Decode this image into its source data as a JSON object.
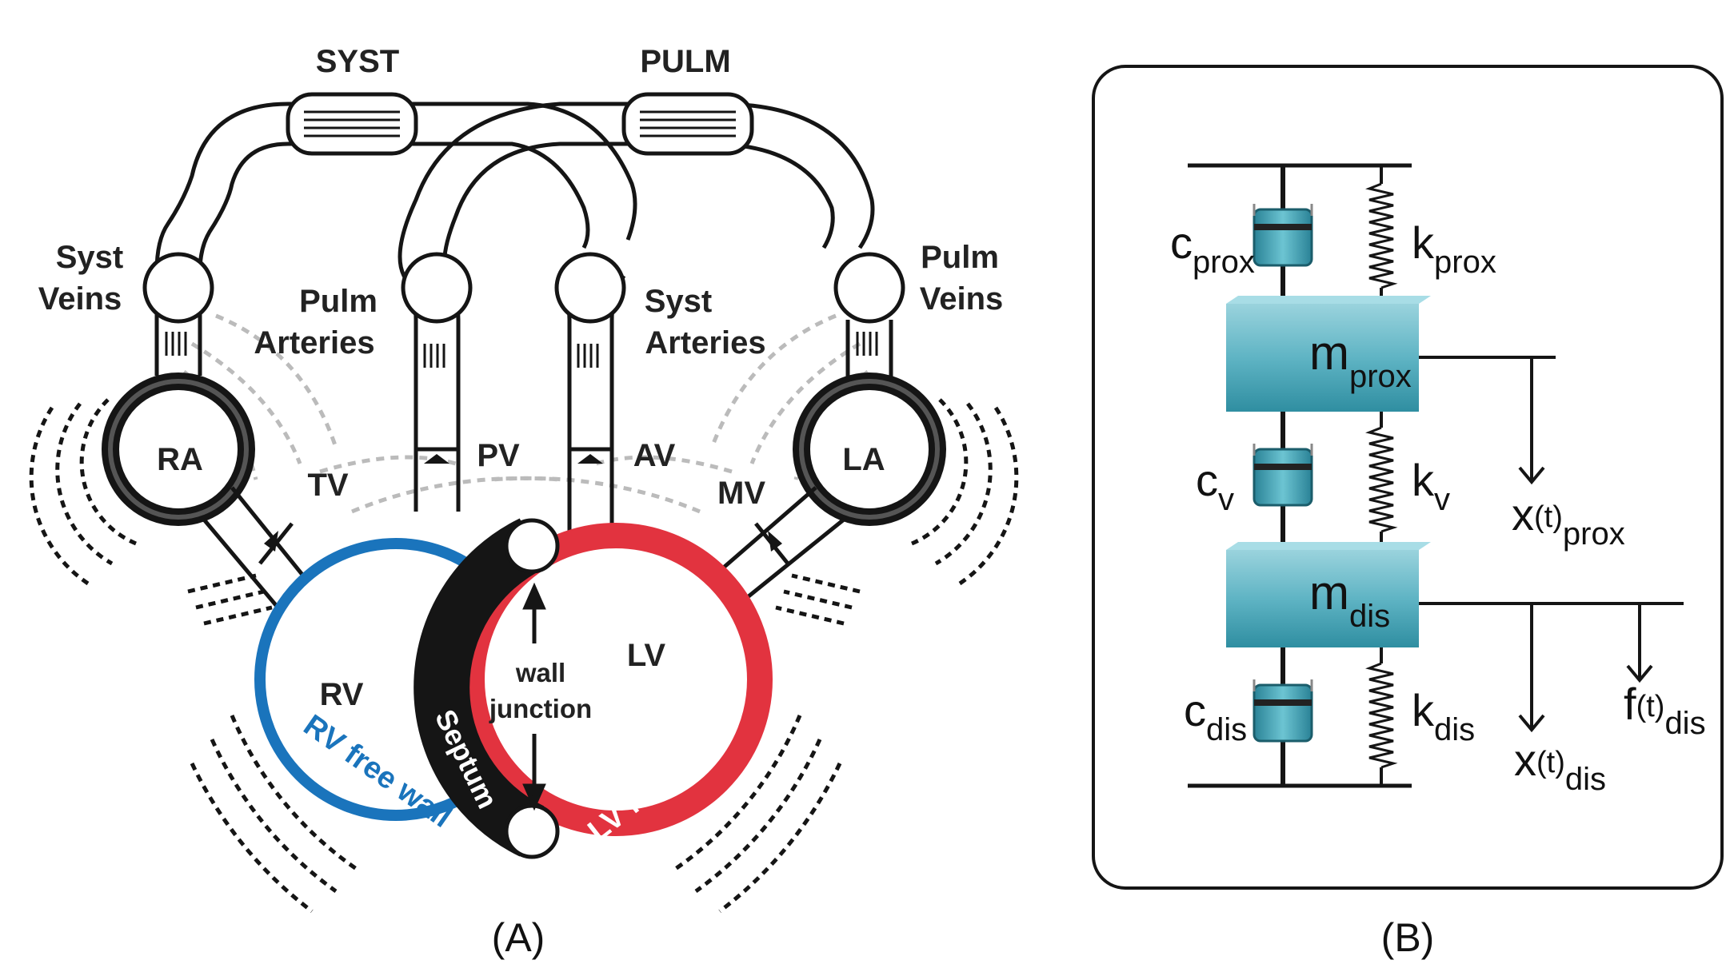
{
  "panel_a": {
    "circuits": {
      "syst": "SYST",
      "pulm": "PULM"
    },
    "vessels": {
      "syst_veins_1": "Syst",
      "syst_veins_2": "Veins",
      "pulm_arteries_1": "Pulm",
      "pulm_arteries_2": "Arteries",
      "syst_arteries_1": "Syst",
      "syst_arteries_2": "Arteries",
      "pulm_veins_1": "Pulm",
      "pulm_veins_2": "Veins"
    },
    "chambers": {
      "ra": "RA",
      "la": "LA",
      "rv": "RV",
      "lv": "LV"
    },
    "valves": {
      "tv": "TV",
      "pv": "PV",
      "av": "AV",
      "mv": "MV"
    },
    "walls": {
      "septum": "Septum",
      "rv_free_wall": "RV free wall",
      "lv_free_wall": "LV free wall",
      "wall_junction_1": "wall",
      "wall_junction_2": "junction"
    },
    "colors": {
      "rv_wall": "#1a74bc",
      "lv_wall": "#e2333f",
      "septum": "#151515",
      "dashed": "#bbbbbb"
    },
    "caption": "(A)"
  },
  "panel_b": {
    "dampers": {
      "c_prox": {
        "base": "c",
        "sub": "prox"
      },
      "c_v": {
        "base": "c",
        "sub": "v"
      },
      "c_dis": {
        "base": "c",
        "sub": "dis"
      }
    },
    "springs": {
      "k_prox": {
        "base": "k",
        "sub": "prox"
      },
      "k_v": {
        "base": "k",
        "sub": "v"
      },
      "k_dis": {
        "base": "k",
        "sub": "dis"
      }
    },
    "masses": {
      "m_prox": {
        "base": "m",
        "sub": "prox"
      },
      "m_dis": {
        "base": "m",
        "sub": "dis"
      }
    },
    "displacements": {
      "x_prox": {
        "base": "x",
        "mid": "(t)",
        "sub": "prox"
      },
      "x_dis": {
        "base": "x",
        "mid": "(t)",
        "sub": "dis"
      },
      "f_dis": {
        "base": "f",
        "mid": "(t)",
        "sub": "dis"
      }
    },
    "colors": {
      "mass": "#5fb4c4",
      "damper": "#3d9fb2"
    },
    "caption": "(B)"
  }
}
